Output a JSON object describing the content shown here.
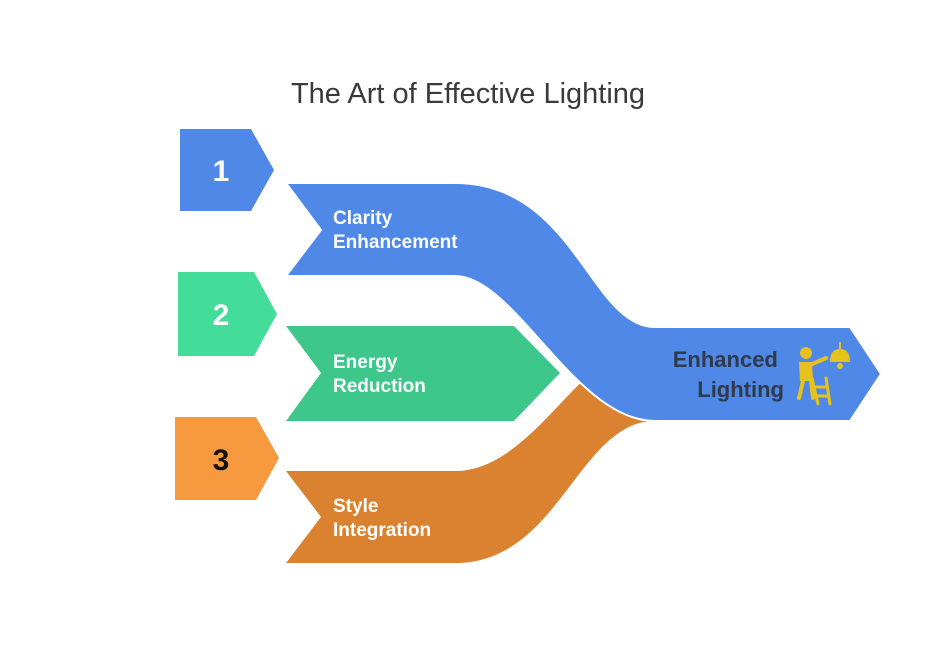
{
  "title": "The Art of Effective Lighting",
  "colors": {
    "blue": "#4f88e6",
    "green": "#3ec78b",
    "green_tab": "#43dc98",
    "orange": "#db8231",
    "orange_tab": "#f6993f",
    "icon": "#e8c21c"
  },
  "inputs": [
    {
      "number": "1",
      "line1": "Clarity",
      "line2": "Enhancement"
    },
    {
      "number": "2",
      "line1": "Energy",
      "line2": "Reduction"
    },
    {
      "number": "3",
      "line1": "Style",
      "line2": "Integration"
    }
  ],
  "output": {
    "line1": "Enhanced",
    "line2": "Lighting",
    "icon": "person-hanging-lamp-icon"
  }
}
